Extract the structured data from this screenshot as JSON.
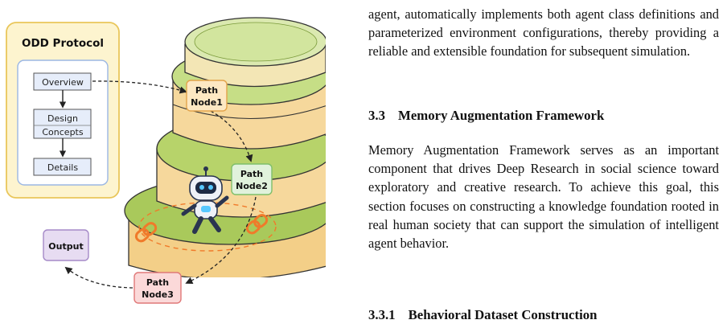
{
  "figure": {
    "odd_title": "ODD Protocol",
    "steps": [
      "Overview",
      "Design",
      "Concepts",
      "Details"
    ],
    "nodes": [
      {
        "line1": "Path",
        "line2": "Node1"
      },
      {
        "line1": "Path",
        "line2": "Node2"
      },
      {
        "line1": "Path",
        "line2": "Node3"
      }
    ],
    "output_label": "Output",
    "colors": {
      "odd_bg": "#fdf4cf",
      "odd_border": "#e9c65a",
      "step_bg": "#e6edfa",
      "node1": "#fde8c3",
      "node2": "#e1f2dc",
      "node3": "#fbd9d9",
      "output": "#e7dcf2",
      "layer_cake": "#f6d89c",
      "layer_grass": "#b7d36a",
      "chain": "#f07a2a"
    }
  },
  "text": {
    "para1": "agent, automatically implements both agent class definitions and parameterized environment configurations, thereby providing a reliable and extensible foundation for subsequent simulation.",
    "section_num": "3.3",
    "section_title": "Memory Augmentation Framework",
    "para2": "Memory Augmentation Framework serves as an important component that drives Deep Research in social science toward exploratory and creative research. To achieve this goal, this section focuses on constructing a knowledge foundation rooted in real human society that can support the simulation of intelligent agent behavior.",
    "subsection_num": "3.3.1",
    "subsection_title": "Behavioral Dataset Construction"
  }
}
